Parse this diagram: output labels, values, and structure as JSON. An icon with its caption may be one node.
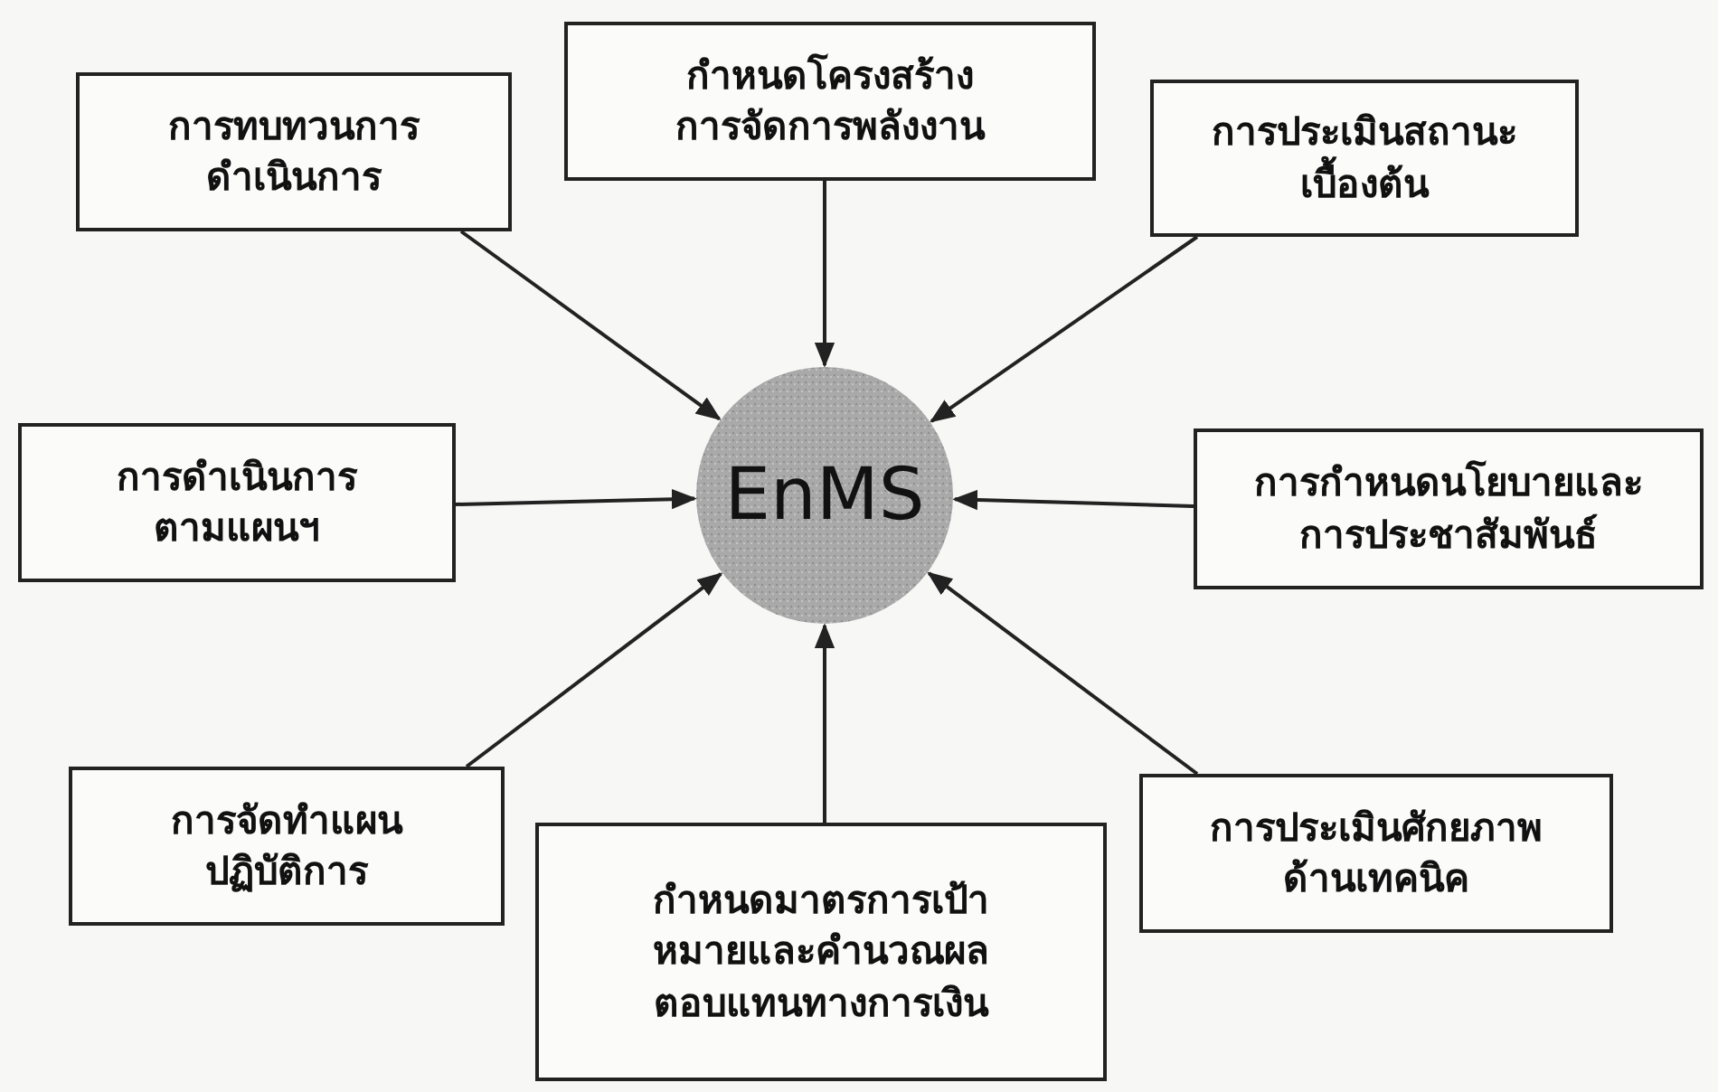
{
  "diagram": {
    "nodes": [
      {
        "text": [
          "การทบทวนการดำเนินการ"
        ]
      },
      {
        "text": [
          "กำหนดโครงสร้างการจัดการพลังงาน"
        ]
      },
      {
        "text": [
          "การประเมินสถานะเบื้องต้น"
        ]
      },
      {
        "text": [
          "การดำเนินการตามแผนฯ"
        ]
      },
      {
        "text": [
          "EnMS"
        ]
      },
      {
        "text": [
          "การกำหนดนโยบายและการประชาสัมพันธ์"
        ]
      },
      {
        "text": [
          "การจัดทำแผนปฏิบัติการ"
        ]
      },
      {
        "text": [
          "กำหนดมาตรการเป้าหมายและคำนวณผลตอบแทนทางการเงิน"
        ]
      },
      {
        "text": [
          "การประเมินศักยภาพด้านเทคนิค"
        ]
      }
    ],
    "edges": [
      {
        "from": 0,
        "to": 4,
        "arrow": "to"
      },
      {
        "from": 1,
        "to": 4,
        "arrow": "to"
      },
      {
        "from": 2,
        "to": 4,
        "arrow": "to"
      },
      {
        "from": 3,
        "to": 4,
        "arrow": "to"
      },
      {
        "from": 5,
        "to": 4,
        "arrow": "to"
      },
      {
        "from": 6,
        "to": 4,
        "arrow": "to"
      },
      {
        "from": 7,
        "to": 4,
        "arrow": "to"
      },
      {
        "from": 8,
        "to": 4,
        "arrow": "to"
      }
    ]
  }
}
